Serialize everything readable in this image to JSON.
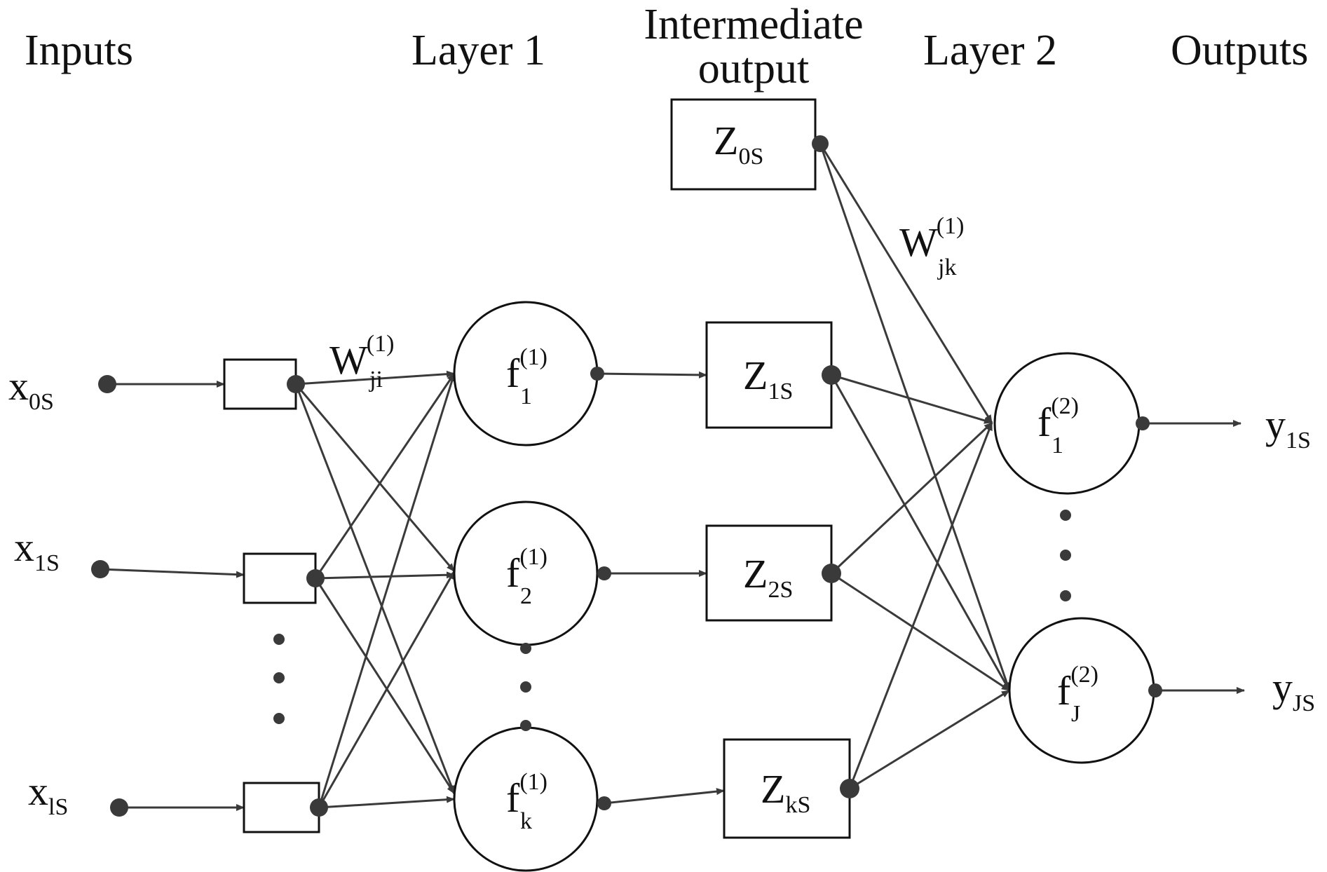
{
  "headers": {
    "inputs": "Inputs",
    "layer1": "Layer  1",
    "intermediate_line1": "Intermediate",
    "intermediate_line2": "output",
    "layer2": "Layer  2",
    "outputs": "Outputs"
  },
  "inputs": [
    {
      "main": "x",
      "sub": "0S"
    },
    {
      "main": "x",
      "sub": "1S"
    },
    {
      "main": "x",
      "sub": "lS"
    }
  ],
  "layer1_nodes": [
    {
      "main": "f",
      "sub": "1",
      "sup": "(1)"
    },
    {
      "main": "f",
      "sub": "2",
      "sup": "(1)"
    },
    {
      "main": "f",
      "sub": "k",
      "sup": "(1)"
    }
  ],
  "intermediate_boxes": [
    {
      "main": "Z",
      "sub": "0S"
    },
    {
      "main": "Z",
      "sub": "1S"
    },
    {
      "main": "Z",
      "sub": "2S"
    },
    {
      "main": "Z",
      "sub": "kS"
    }
  ],
  "layer2_nodes": [
    {
      "main": "f",
      "sub": "1",
      "sup": "(2)"
    },
    {
      "main": "f",
      "sub": "J",
      "sup": "(2)"
    }
  ],
  "outputs": [
    {
      "main": "y",
      "sub": "1S"
    },
    {
      "main": "y",
      "sub": "JS"
    }
  ],
  "weights": {
    "input_to_layer1": {
      "main": "W",
      "sub": "ji",
      "sup": "(1)"
    },
    "intermediate_to_layer2": {
      "main": "W",
      "sub": "jk",
      "sup": "(1)"
    }
  }
}
